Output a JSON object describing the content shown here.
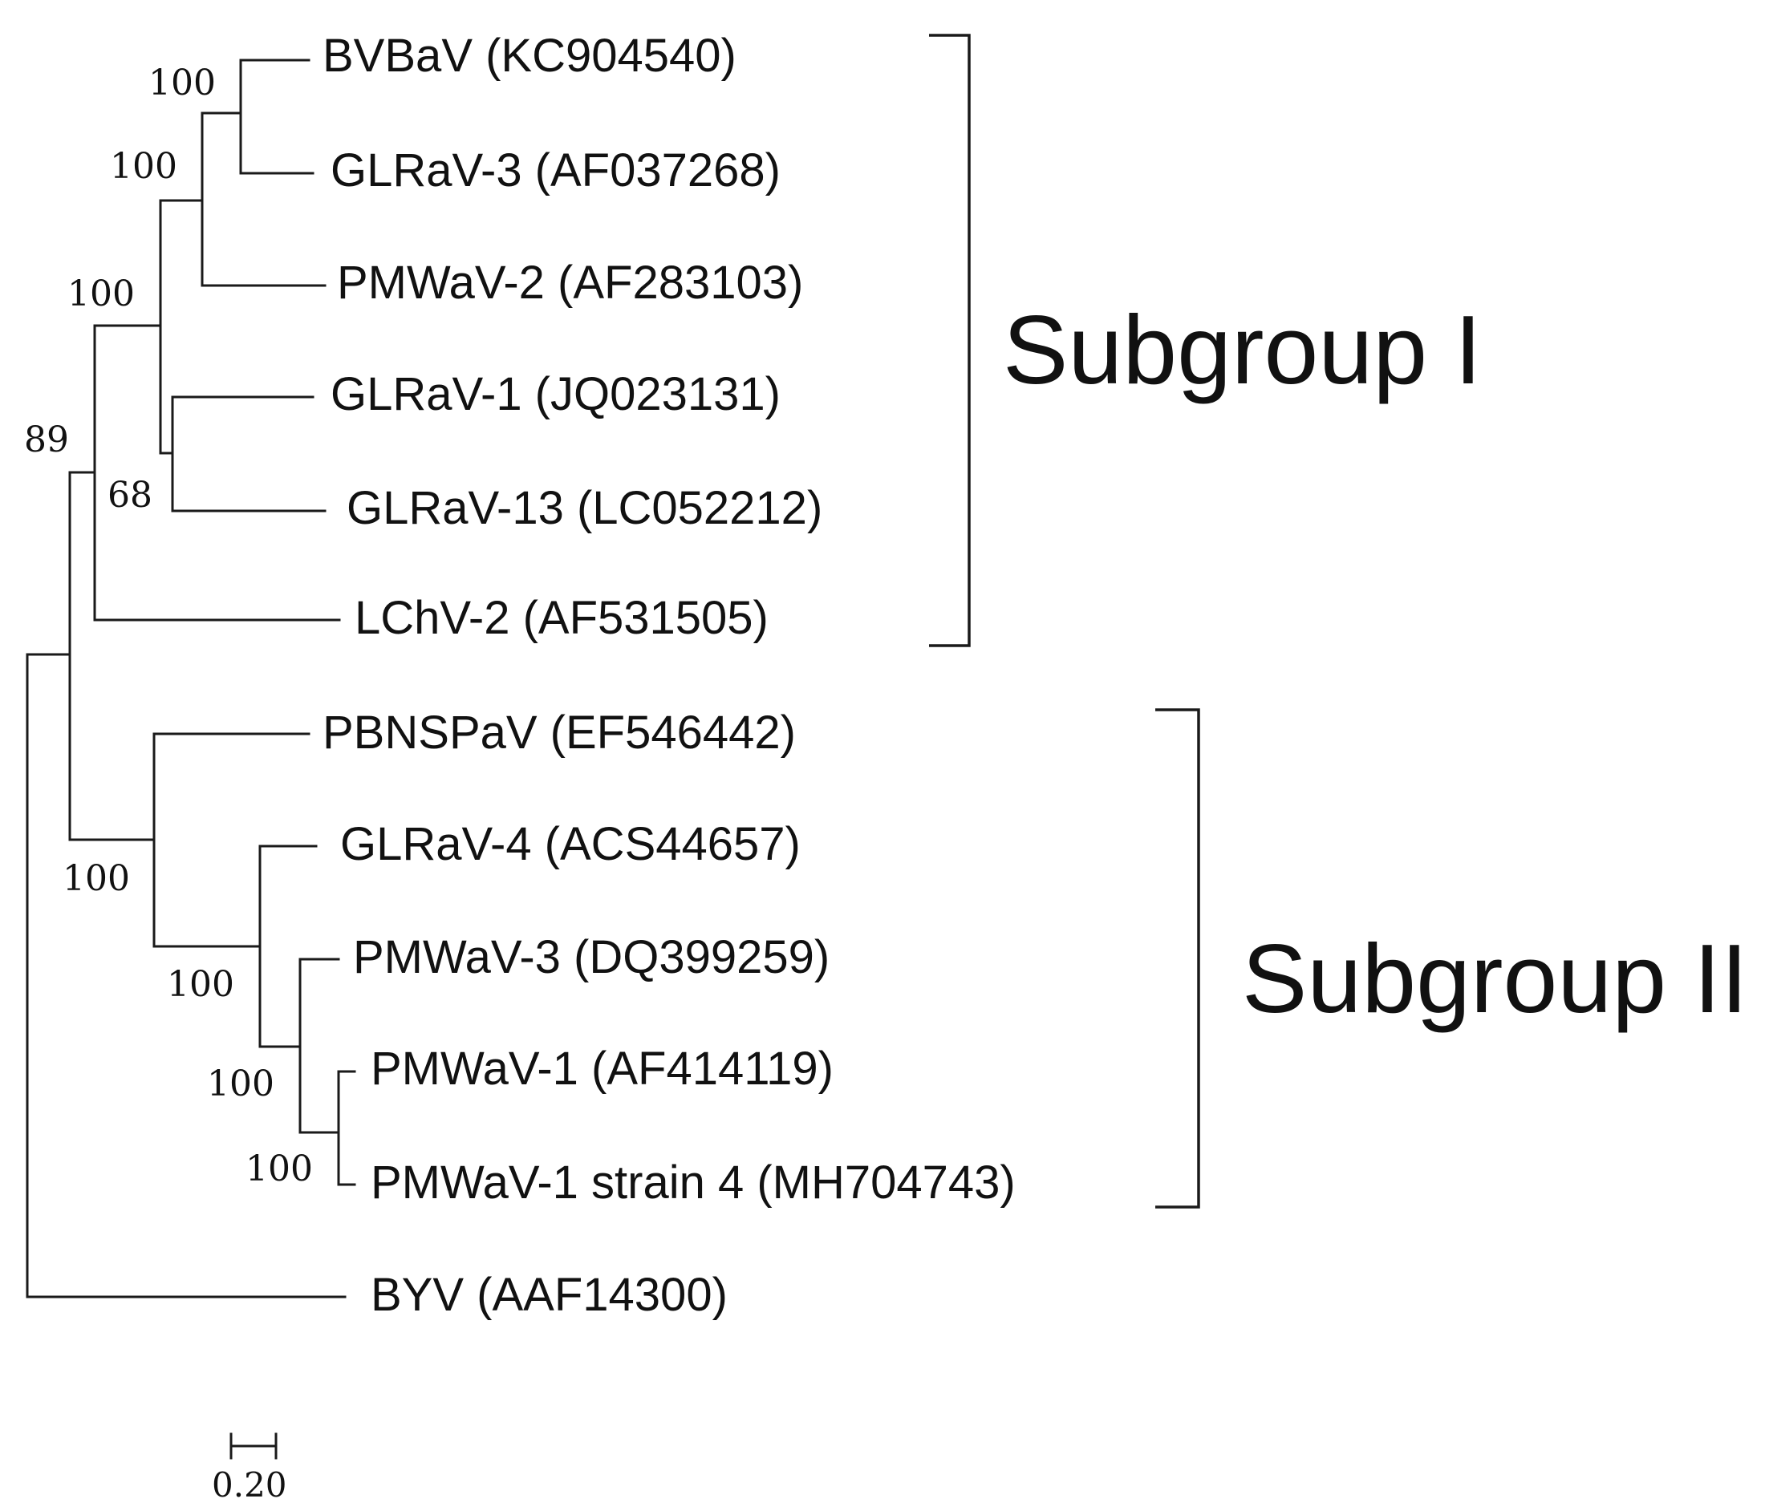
{
  "figure": {
    "type": "phylogenetic-tree",
    "leaves": [
      {
        "label": "BVBaV (KC904540)"
      },
      {
        "label": "GLRaV-3 (AF037268)"
      },
      {
        "label": "PMWaV-2 (AF283103)"
      },
      {
        "label": "GLRaV-1 (JQ023131)"
      },
      {
        "label": "GLRaV-13 (LC052212)"
      },
      {
        "label": "LChV-2 (AF531505)"
      },
      {
        "label": "PBNSPaV (EF546442)"
      },
      {
        "label": "GLRaV-4 (ACS44657)"
      },
      {
        "label": "PMWaV-3 (DQ399259)"
      },
      {
        "label": "PMWaV-1 (AF414119)"
      },
      {
        "label": "PMWaV-1 strain 4 (MH704743)"
      },
      {
        "label": "BYV (AAF14300)"
      }
    ],
    "bootstrap": [
      {
        "node": "BVBaV+GLRaV-3",
        "value": "100"
      },
      {
        "node": "BVBaV+GLRaV-3+PMWaV-2",
        "value": "100"
      },
      {
        "node": "GLRaV-1+GLRaV-13",
        "value": "68"
      },
      {
        "node": "subgroup-I-core",
        "value": "100"
      },
      {
        "node": "subgroup-I+II",
        "value": "89"
      },
      {
        "node": "subgroup-II",
        "value": "100"
      },
      {
        "node": "GLRaV-4+PMWaV",
        "value": "100"
      },
      {
        "node": "PMWaV-3+PMWaV-1",
        "value": "100"
      },
      {
        "node": "PMWaV-1-strains",
        "value": "100"
      }
    ],
    "groups": [
      {
        "label": "Subgroup I",
        "members": [
          "BVBaV",
          "GLRaV-3",
          "PMWaV-2",
          "GLRaV-1",
          "GLRaV-13",
          "LChV-2"
        ]
      },
      {
        "label": "Subgroup II",
        "members": [
          "PBNSPaV",
          "GLRaV-4",
          "PMWaV-3",
          "PMWaV-1",
          "PMWaV-1 strain 4"
        ]
      }
    ],
    "scale_bar": {
      "value": "0.20"
    }
  }
}
